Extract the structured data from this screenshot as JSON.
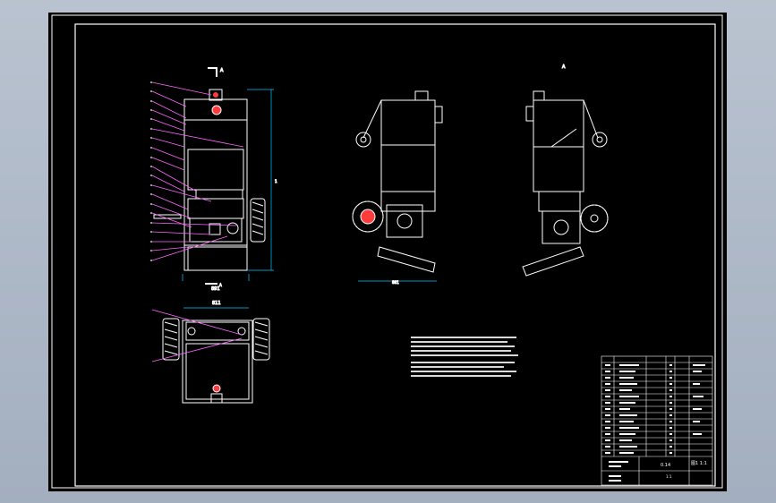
{
  "viewer": {
    "background_color": "#a9b4c4",
    "sheet_color": "#000000",
    "line_color": "#ffffff",
    "dimension_color": "#00c8ff",
    "leader_color": "#ff66ff",
    "accent_color": "#ff3b3b"
  },
  "front_view": {
    "section_label": "A",
    "dimension_overall_width": "891",
    "dimension_height": "1"
  },
  "side_view": {
    "dimension_overall_width": "881"
  },
  "rear_view": {
    "section_label": "A"
  },
  "top_view": {
    "dimension_width": "811",
    "section_label": "A"
  },
  "title_block": {
    "scale": "1:1",
    "sheet_label": "图1 1:1",
    "weight": "0.14"
  }
}
